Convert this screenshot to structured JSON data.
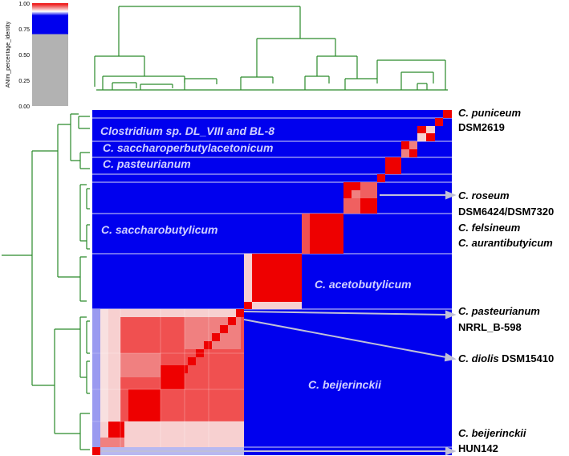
{
  "colorbar": {
    "label": "ANIm_percentage_identity",
    "ticks": [
      "0.00",
      "0.25",
      "0.50",
      "0.75",
      "1.00"
    ],
    "tick_values": [
      0.0,
      0.25,
      0.5,
      0.75,
      1.0
    ]
  },
  "colors": {
    "low_identity": "#b2b2b2",
    "mid_identity": "#0000ee",
    "high_identity": "#ee0000",
    "pale_red": "#f7d0d0",
    "light_red": "#f08080",
    "dendrogram": "#2a8a2a",
    "separator": "#d8d8f4",
    "arrow": "#c0c0d8"
  },
  "heatmap_labels": [
    {
      "text": "Clostridium sp. DL_VIII and BL-8"
    },
    {
      "text": "C. saccharoperbutylacetonicum"
    },
    {
      "text": "C. pasteurianum"
    },
    {
      "text": "C. saccharobutylicum"
    },
    {
      "text": "C. acetobutylicum"
    },
    {
      "text": "C. beijerinckii"
    }
  ],
  "side_labels": [
    {
      "italic": "C. puniceum",
      "normal": ""
    },
    {
      "italic": "",
      "normal": "DSM2619"
    },
    {
      "italic": "C. roseum",
      "normal": ""
    },
    {
      "italic": "",
      "normal": "DSM6424/DSM7320"
    },
    {
      "italic": "C. felsineum",
      "normal": ""
    },
    {
      "italic": "C. aurantibutyicum",
      "normal": ""
    },
    {
      "italic": "C. pasteurianum",
      "normal": ""
    },
    {
      "italic": "",
      "normal": "NRRL_B-598"
    },
    {
      "italic": "C. diolis",
      "normal": " DSM15410"
    },
    {
      "italic": "C. beijerinckii",
      "normal": ""
    },
    {
      "italic": "",
      "normal": "HUN142"
    }
  ]
}
